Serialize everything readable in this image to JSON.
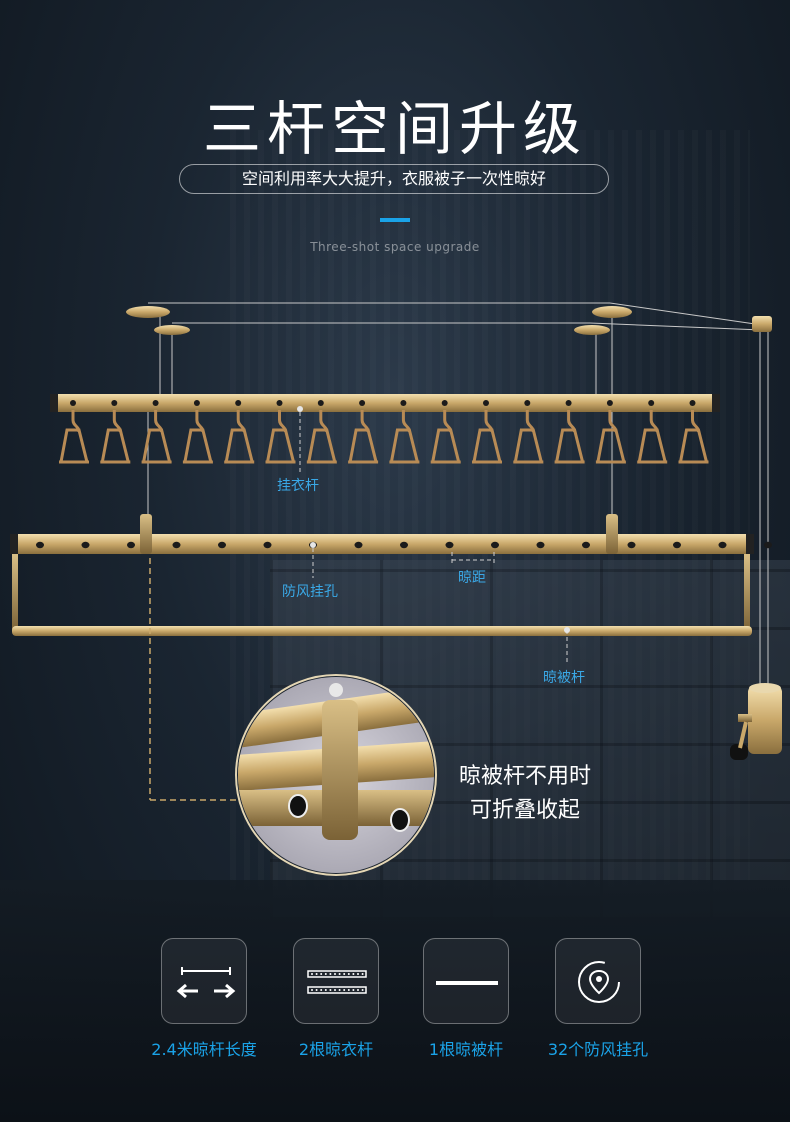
{
  "header": {
    "title": "三杆空间升级",
    "subtitle": "空间利用率大大提升，衣服被子一次性晾好",
    "english_subtitle": "Three-shot space upgrade"
  },
  "labels": {
    "hanger_rod": "挂衣杆",
    "wind_hole": "防风挂孔",
    "spacing": "晾距",
    "quilt_rod": "晾被杆"
  },
  "callout": {
    "line1": "晾被杆不用时",
    "line2": "可折叠收起"
  },
  "features": [
    {
      "icon": "length-arrows-icon",
      "label": "2.4米晾杆长度"
    },
    {
      "icon": "double-rod-icon",
      "label": "2根晾衣杆"
    },
    {
      "icon": "single-rod-icon",
      "label": "1根晾被杆"
    },
    {
      "icon": "location-pin-icon",
      "label": "32个防风挂孔"
    }
  ],
  "colors": {
    "accent": "#1aa3e8",
    "gold": "#c9a86a",
    "background": "#1a2531"
  }
}
